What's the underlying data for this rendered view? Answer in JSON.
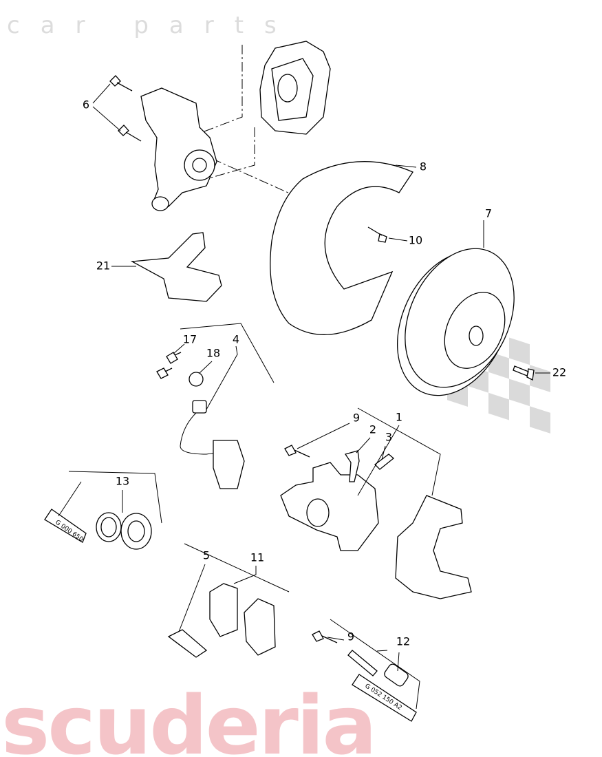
{
  "watermark": {
    "brand": "scuderia",
    "tagline": "car parts",
    "brand_color": "#f4c4c8",
    "flag_color": "#d8d8d8"
  },
  "callouts": {
    "c6": "6",
    "c8": "8",
    "c7": "7",
    "c10": "10",
    "c21": "21",
    "c17": "17",
    "c4": "4",
    "c18": "18",
    "c22": "22",
    "c9a": "9",
    "c1": "1",
    "c2": "2",
    "c3": "3",
    "c13": "13",
    "c5": "5",
    "c11": "11",
    "c9b": "9",
    "c12": "12"
  },
  "tubes": {
    "small": "G 000 650",
    "large": "G 052 150 A2"
  }
}
